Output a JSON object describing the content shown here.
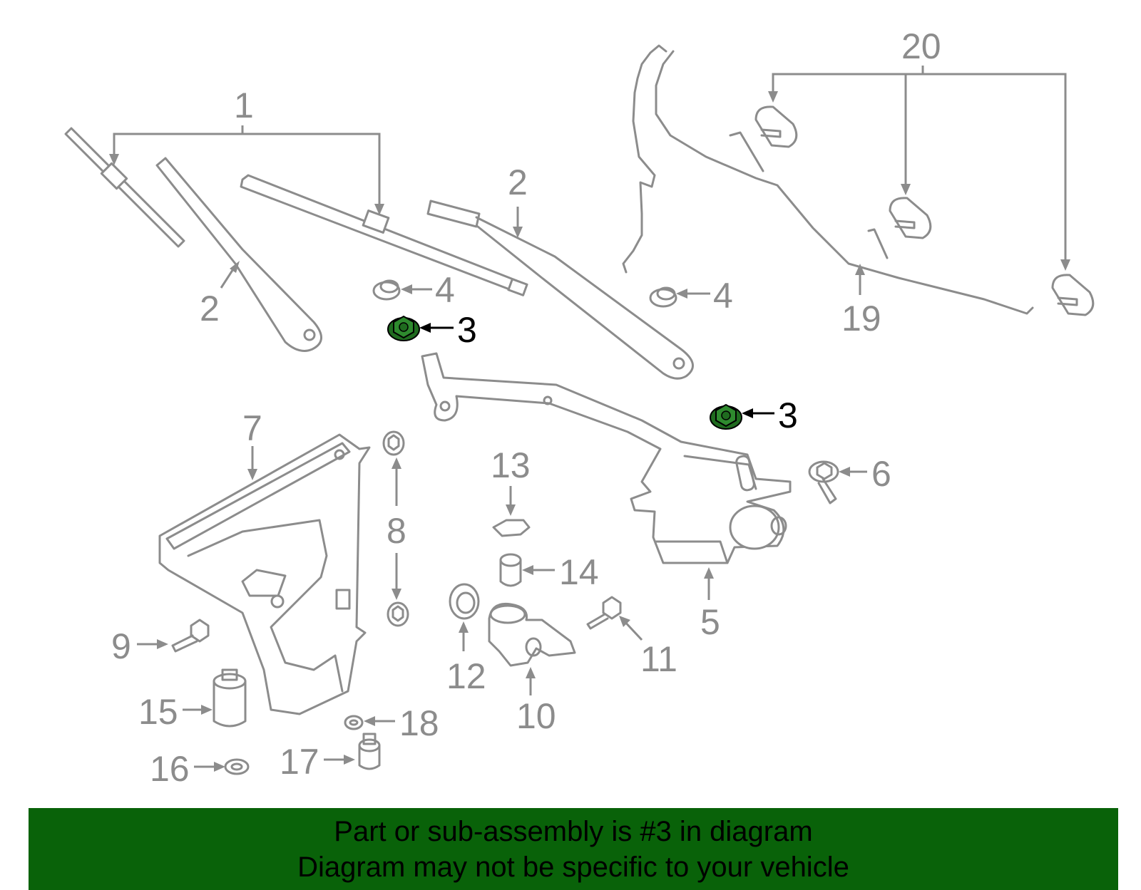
{
  "diagram": {
    "callouts": {
      "c1": "1",
      "c2a": "2",
      "c2b": "2",
      "c3a": "3",
      "c3b": "3",
      "c4a": "4",
      "c4b": "4",
      "c5": "5",
      "c6": "6",
      "c7": "7",
      "c8": "8",
      "c9": "9",
      "c10": "10",
      "c11": "11",
      "c12": "12",
      "c13": "13",
      "c14": "14",
      "c15": "15",
      "c16": "16",
      "c17": "17",
      "c18": "18",
      "c19": "19",
      "c20": "20"
    },
    "highlight_part": "3",
    "colors": {
      "part_line": "#8c8c8c",
      "highlight_fill": "#1f6b1f",
      "banner_bg": "#096209",
      "text_dark": "#000000"
    }
  },
  "banner": {
    "line1": "Part or sub-assembly is #3 in diagram",
    "line2": "Diagram may not be specific to your vehicle"
  }
}
